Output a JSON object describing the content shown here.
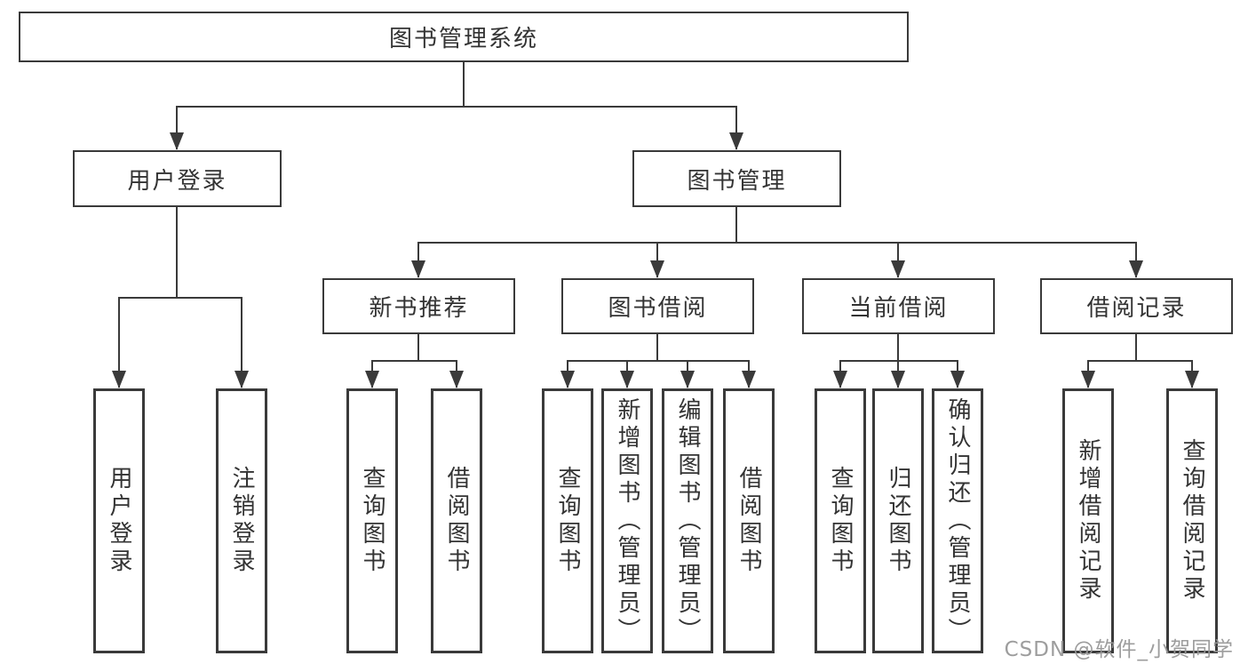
{
  "diagram": {
    "type": "tree",
    "title": "图书管理系统",
    "hierarchy": {
      "label": "图书管理系统",
      "children": [
        {
          "label": "用户登录",
          "children": [
            {
              "label": "用户登录"
            },
            {
              "label": "注销登录"
            }
          ]
        },
        {
          "label": "图书管理",
          "children": [
            {
              "label": "新书推荐",
              "children": [
                {
                  "label": "查询图书"
                },
                {
                  "label": "借阅图书"
                }
              ]
            },
            {
              "label": "图书借阅",
              "children": [
                {
                  "label": "查询图书"
                },
                {
                  "label": "新增图书（管理员）"
                },
                {
                  "label": "编辑图书（管理员）"
                },
                {
                  "label": "借阅图书"
                }
              ]
            },
            {
              "label": "当前借阅",
              "children": [
                {
                  "label": "查询图书"
                },
                {
                  "label": "归还图书"
                },
                {
                  "label": "确认归还（管理员）"
                }
              ]
            },
            {
              "label": "借阅记录",
              "children": [
                {
                  "label": "新增借阅记录"
                },
                {
                  "label": "查询借阅记录"
                }
              ]
            }
          ]
        }
      ]
    }
  },
  "nodes": {
    "root": "图书管理系统",
    "user_login": "用户登录",
    "book_mgmt": "图书管理",
    "new_book_rec": "新书推荐",
    "book_borrow": "图书借阅",
    "current_borrow": "当前借阅",
    "borrow_record": "借阅记录",
    "leaf_user_login": "用户登录",
    "leaf_logout": "注销登录",
    "leaf_query_book_a": "查询图书",
    "leaf_borrow_book_a": "借阅图书",
    "leaf_query_book_b": "查询图书",
    "leaf_add_book": "新增图书（管理员）",
    "leaf_edit_book": "编辑图书（管理员）",
    "leaf_borrow_book_b": "借阅图书",
    "leaf_query_book_c": "查询图书",
    "leaf_return_book": "归还图书",
    "leaf_confirm_return": "确认归还（管理员）",
    "leaf_add_record": "新增借阅记录",
    "leaf_query_record": "查询借阅记录"
  },
  "watermark": "CSDN @软件_小贺同学",
  "colors": {
    "line": "#3a3a3a",
    "box_border": "#3a3a3a",
    "text": "#333333",
    "watermark": "#989898",
    "background": "#ffffff"
  }
}
